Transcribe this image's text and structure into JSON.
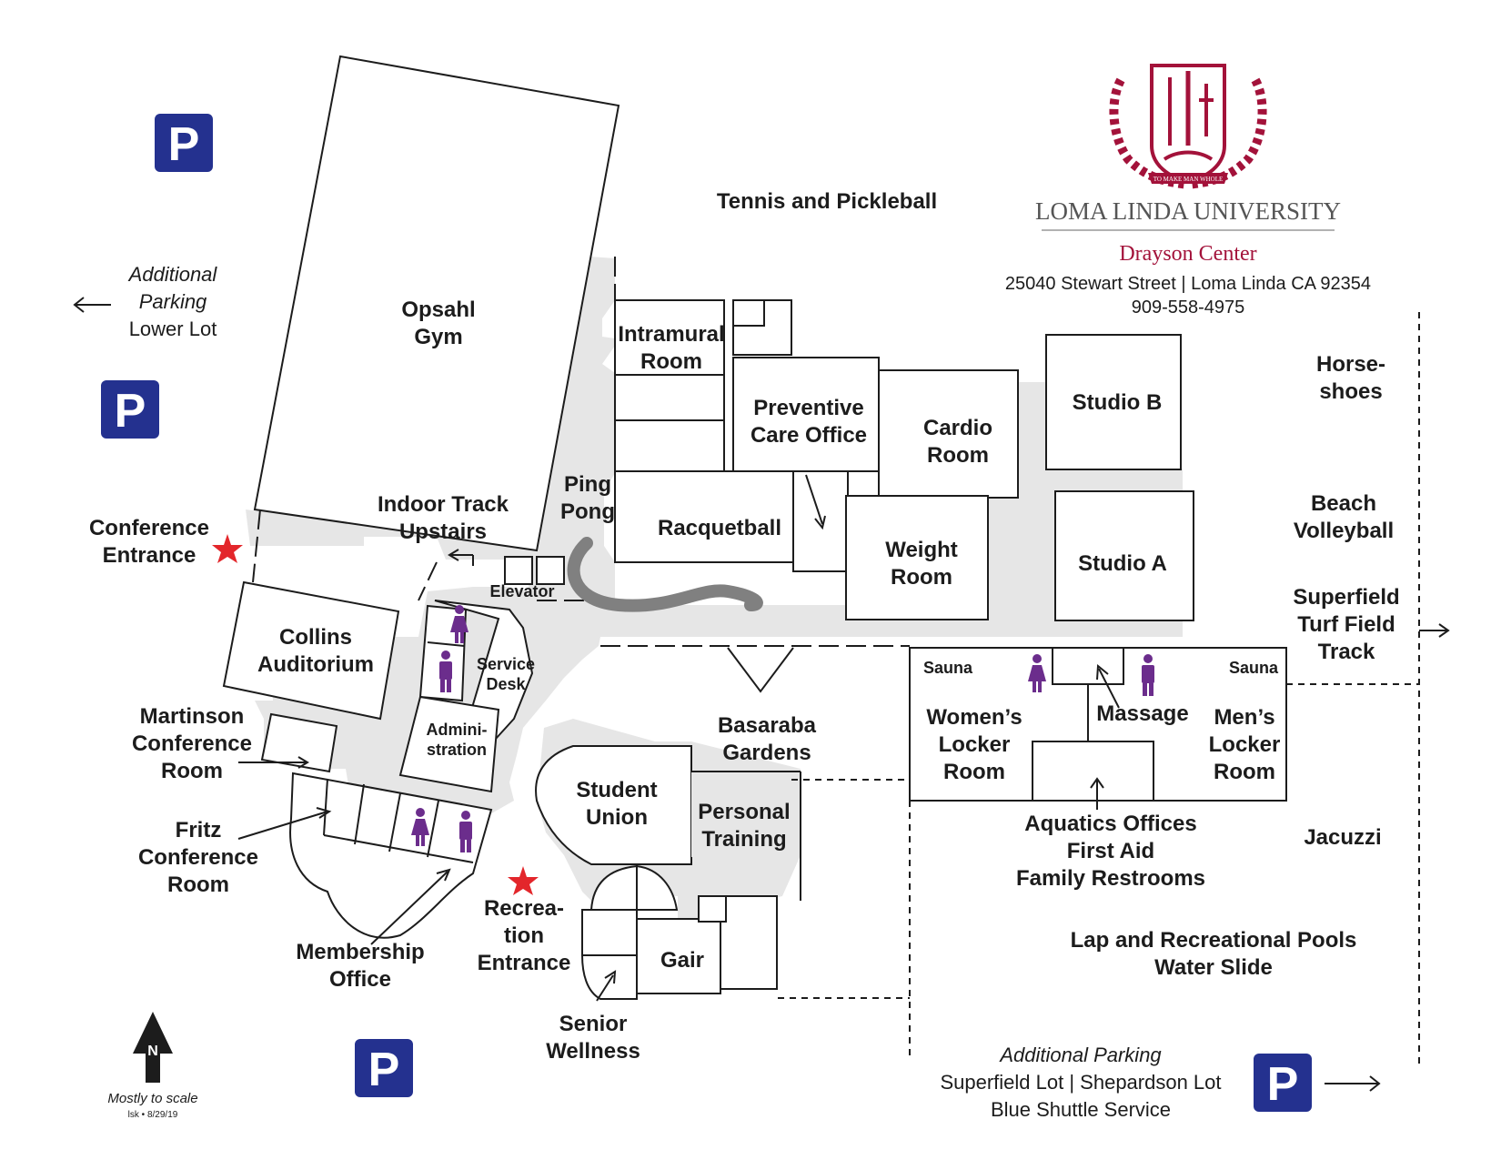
{
  "brand": {
    "university": "LOMA LINDA UNIVERSITY",
    "seal_motto": "TO MAKE MAN WHOLE",
    "center": "Drayson Center",
    "address": "25040 Stewart Street | Loma Linda CA 92354",
    "phone": "909-558-4975",
    "color": "#a3123a"
  },
  "parking": {
    "symbol": "P",
    "color": "#24318f",
    "additional_west": [
      "Additional",
      "Parking",
      "Lower Lot"
    ],
    "additional_south": {
      "title": "Additional Parking",
      "lots": "Superfield Lot | Shepardson Lot",
      "shuttle": "Blue Shuttle Service"
    }
  },
  "entrances": {
    "conference": [
      "Conference",
      "Entrance"
    ],
    "recreation": [
      "Recrea-",
      "tion",
      "Entrance"
    ],
    "star_color": "#e3262b"
  },
  "rooms": {
    "opsahl_gym": [
      "Opsahl",
      "Gym"
    ],
    "indoor_track": [
      "Indoor Track",
      "Upstairs"
    ],
    "ping_pong": [
      "Ping",
      "Pong"
    ],
    "intramural_room": [
      "Intramural",
      "Room"
    ],
    "preventive_care": [
      "Preventive",
      "Care Office"
    ],
    "cardio_room": [
      "Cardio",
      "Room"
    ],
    "studio_b": "Studio B",
    "studio_a": "Studio A",
    "racquetball": "Racquetball",
    "weight_room": [
      "Weight",
      "Room"
    ],
    "elevator": "Elevator",
    "collins_auditorium": [
      "Collins",
      "Auditorium"
    ],
    "service_desk": [
      "Service",
      "Desk"
    ],
    "administration": [
      "Admini-",
      "stration"
    ],
    "martinson": [
      "Martinson",
      "Conference",
      "Room"
    ],
    "fritz": [
      "Fritz",
      "Conference",
      "Room"
    ],
    "membership_office": [
      "Membership",
      "Office"
    ],
    "basaraba_gardens": [
      "Basaraba",
      "Gardens"
    ],
    "student_union": [
      "Student",
      "Union"
    ],
    "personal_training": [
      "Personal",
      "Training"
    ],
    "gair": "Gair",
    "senior_wellness": [
      "Senior",
      "Wellness"
    ],
    "sauna": "Sauna",
    "womens_locker": [
      "Women’s",
      "Locker",
      "Room"
    ],
    "mens_locker": [
      "Men’s",
      "Locker",
      "Room"
    ],
    "massage": "Massage",
    "aquatics": [
      "Aquatics Offices",
      "First Aid",
      "Family Restrooms"
    ]
  },
  "outdoor": {
    "tennis": "Tennis and Pickleball",
    "horseshoes": [
      "Horse-",
      "shoes"
    ],
    "beach_volleyball": [
      "Beach",
      "Volleyball"
    ],
    "superfield": [
      "Superfield",
      "Turf Field",
      "Track"
    ],
    "jacuzzi": "Jacuzzi",
    "pools": [
      "Lap and Recreational Pools",
      "Water Slide"
    ]
  },
  "legend": {
    "north": "N",
    "scale_note": "Mostly to scale",
    "credit": "lsk • 8/29/19"
  },
  "colors": {
    "corridor": "#e6e6e6",
    "restroom_icon": "#6b2d8c",
    "ping_pong_path": "#808080"
  }
}
